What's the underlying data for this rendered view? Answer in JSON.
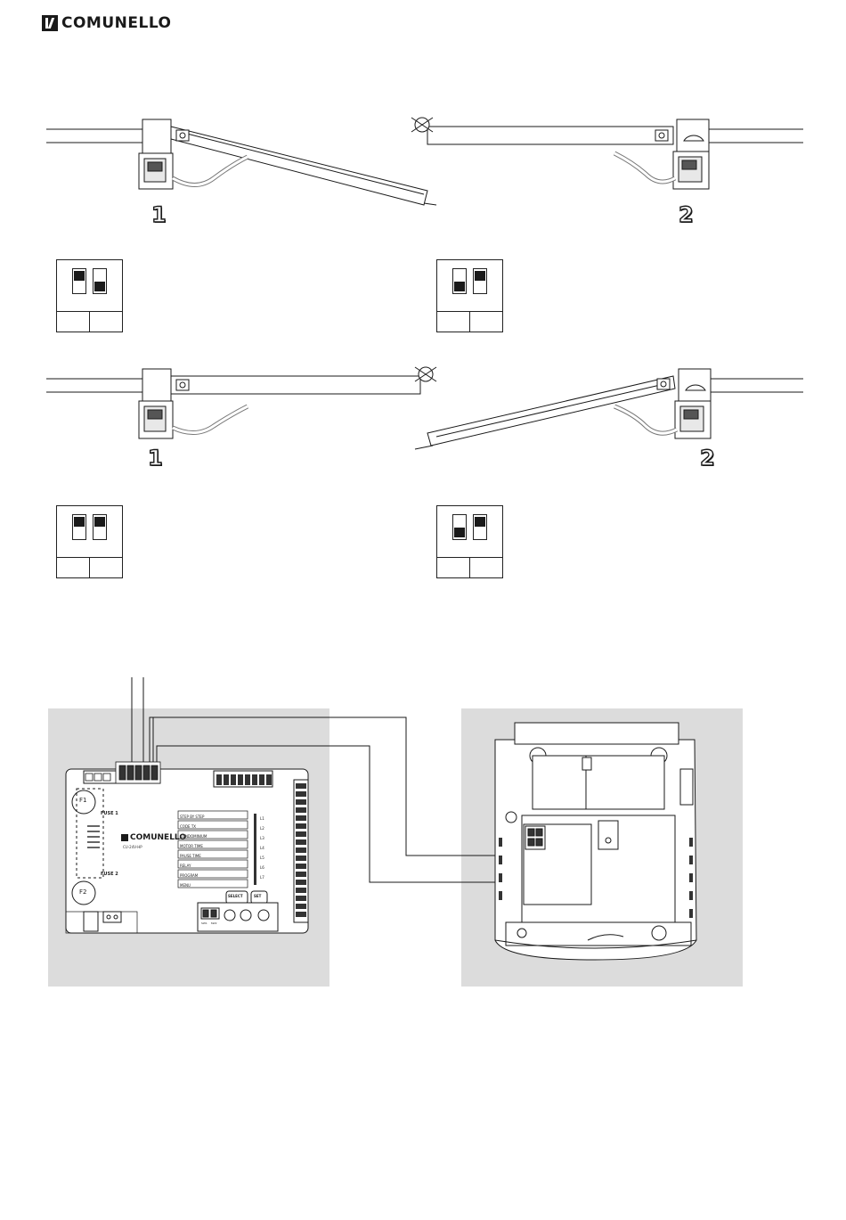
{
  "brand": {
    "name": "COMUNELLO"
  },
  "figures": {
    "fig1_top": "1",
    "fig2_top": "2",
    "fig1_bottom": "1",
    "fig2_bottom": "2"
  },
  "dip_switches": [
    {
      "id": "a",
      "switches": [
        "on",
        "off"
      ]
    },
    {
      "id": "b",
      "switches": [
        "off",
        "on"
      ]
    },
    {
      "id": "c",
      "switches": [
        "on",
        "on"
      ]
    },
    {
      "id": "d",
      "switches": [
        "off",
        "on"
      ]
    }
  ],
  "control_board": {
    "brand": "COMUNELLO",
    "model": "CU-24V-HP",
    "fuse1": "FUSE 1",
    "fuse2": "FUSE 2",
    "f1": "F1",
    "f2": "F2",
    "menu_items": [
      "STEP BY STEP",
      "CODE TX",
      "CONDOMINIUM",
      "MOTOR TIME",
      "PAUSE TIME",
      "RELAY",
      "PROGRAM",
      "MENU"
    ],
    "select_label": "SELECT",
    "set_label": "SET",
    "leds": [
      "L1",
      "L2",
      "L3",
      "L4",
      "L5",
      "L6",
      "L7"
    ],
    "dip_labels": [
      "SW1",
      "SW2"
    ]
  },
  "colors": {
    "panel": "#dcdcdc",
    "line": "#1a1a1a"
  }
}
